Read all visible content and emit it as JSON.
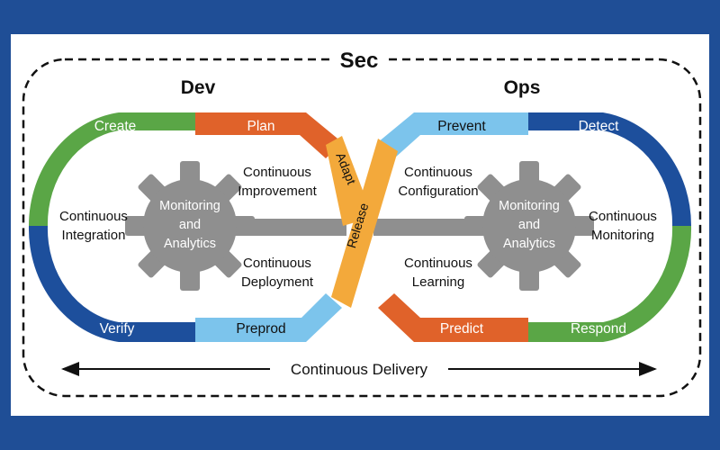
{
  "title": "Sec",
  "dev_label": "Dev",
  "ops_label": "Ops",
  "left_loop": {
    "create": "Create",
    "plan": "Plan",
    "verify": "Verify",
    "preprod": "Preprod",
    "center_line1": "Continuous",
    "center_line2": "Integration"
  },
  "right_loop": {
    "prevent": "Prevent",
    "detect": "Detect",
    "predict": "Predict",
    "respond": "Respond",
    "center_line1": "Continuous",
    "center_line2": "Monitoring"
  },
  "crossing": {
    "adapt": "Adapt",
    "release": "Release"
  },
  "inner_labels": {
    "improvement_1": "Continuous",
    "improvement_2": "Improvement",
    "deployment_1": "Continuous",
    "deployment_2": "Deployment",
    "configuration_1": "Continuous",
    "configuration_2": "Configuration",
    "learning_1": "Continuous",
    "learning_2": "Learning"
  },
  "gears": {
    "left": [
      "Monitoring",
      "and",
      "Analytics"
    ],
    "right": [
      "Monitoring",
      "and",
      "Analytics"
    ]
  },
  "footer": "Continuous Delivery",
  "colors": {
    "background": "#1f4e96",
    "green": "#5aa646",
    "blue": "#1d4f9c",
    "orange": "#e0622a",
    "light_blue": "#7cc4ec",
    "gold": "#f3a93b",
    "gear": "#8f8f8f"
  }
}
